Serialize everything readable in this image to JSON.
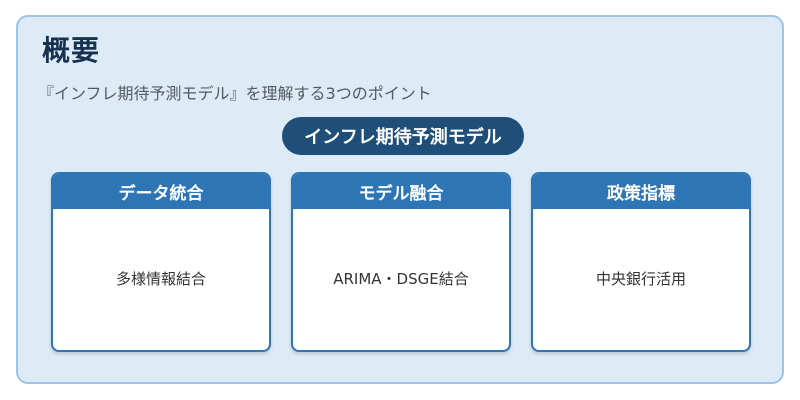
{
  "overview": {
    "title": "概要",
    "subtitle": "『インフレ期待予測モデル』を理解する3つのポイント",
    "center_label": "インフレ期待予測モデル"
  },
  "cards": [
    {
      "header": "データ統合",
      "body": "多様情報結合"
    },
    {
      "header": "モデル融合",
      "body": "ARIMA・DSGE結合"
    },
    {
      "header": "政策指標",
      "body": "中央銀行活用"
    }
  ],
  "colors": {
    "panel_bg": "#ddebf7",
    "panel_border": "#9dc3e6",
    "pill_bg": "#1f4e79",
    "card_header": "#2e75b6"
  }
}
